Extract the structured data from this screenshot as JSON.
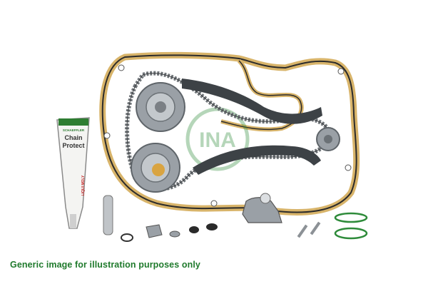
{
  "caption": "Generic image for illustration purposes only",
  "tube": {
    "brand": "SCHAEFFLER",
    "title_line1": "Chain",
    "title_line2": "Protect",
    "side_mark": "LIQUI MOLY"
  },
  "watermark": "INA",
  "colors": {
    "caption": "#1f7a2c",
    "gasket": "#d8b46a",
    "metal": "#9aa0a6",
    "chain": "#6f7478",
    "guide": "#3d4246",
    "tube_cap": "#2e7d32",
    "watermark": "#2e8b3a"
  }
}
